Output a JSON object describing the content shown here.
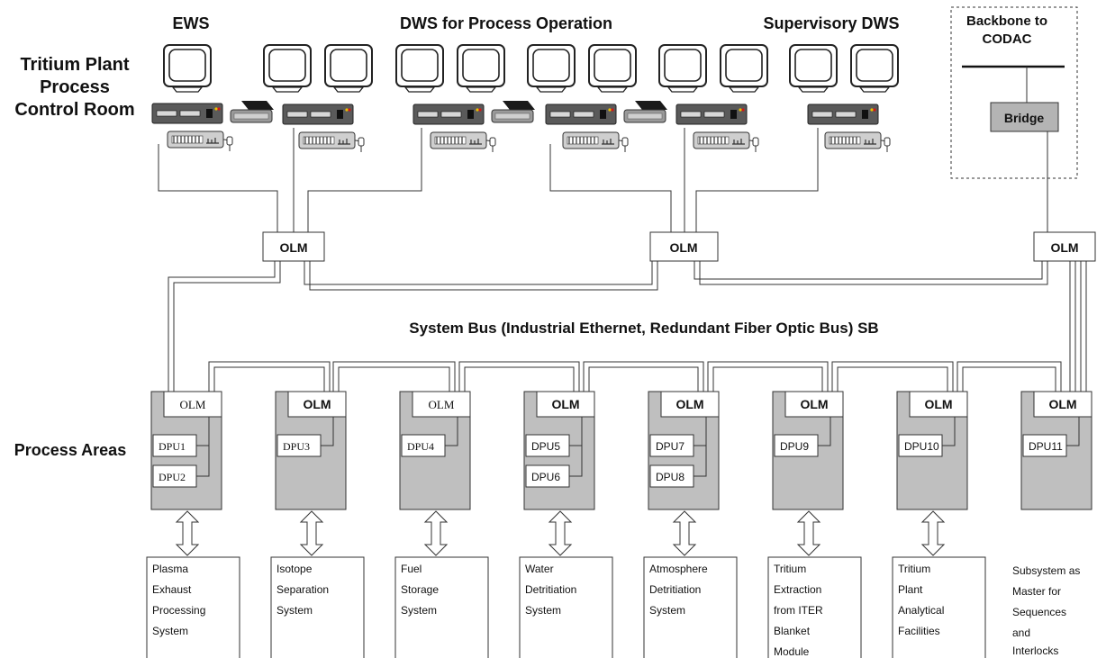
{
  "control_room": {
    "title": [
      "Tritium Plant",
      "Process",
      "Control Room"
    ],
    "group_labels": {
      "ews": "EWS",
      "dws_process": "DWS for Process Operation",
      "dws_supervisory": "Supervisory DWS"
    }
  },
  "backbone": {
    "title": [
      "Backbone to",
      "CODAC"
    ],
    "bridge_label": "Bridge"
  },
  "olm_label": "OLM",
  "system_bus_label": "System Bus (Industrial Ethernet, Redundant Fiber Optic Bus) SB",
  "process_areas_label": "Process Areas",
  "areas": [
    {
      "olm": "OLM",
      "dpus": [
        "DPU1",
        "DPU2"
      ],
      "subsystem": [
        "Plasma",
        "Exhaust",
        "Processing",
        "System"
      ]
    },
    {
      "olm": "OLM",
      "dpus": [
        "DPU3"
      ],
      "subsystem": [
        "Isotope",
        "Separation",
        "System"
      ]
    },
    {
      "olm": "OLM",
      "dpus": [
        "DPU4"
      ],
      "subsystem": [
        "Fuel",
        "Storage",
        "System"
      ]
    },
    {
      "olm": "OLM",
      "dpus": [
        "DPU5",
        "DPU6"
      ],
      "subsystem": [
        "Water",
        "Detritiation",
        "System"
      ]
    },
    {
      "olm": "OLM",
      "dpus": [
        "DPU7",
        "DPU8"
      ],
      "subsystem": [
        "Atmosphere",
        "Detritiation",
        "System"
      ]
    },
    {
      "olm": "OLM",
      "dpus": [
        "DPU9"
      ],
      "subsystem": [
        "Tritium",
        "Extraction",
        "from ITER",
        "Blanket",
        "Module"
      ]
    },
    {
      "olm": "OLM",
      "dpus": [
        "DPU10"
      ],
      "subsystem": [
        "Tritium",
        "Plant",
        "Analytical",
        "Facilities"
      ]
    },
    {
      "olm": "OLM",
      "dpus": [
        "DPU11"
      ],
      "subsystem": []
    }
  ],
  "subsystem_note": [
    "Subsystem as",
    "Master for",
    "Sequences",
    "and",
    "Interlocks"
  ]
}
